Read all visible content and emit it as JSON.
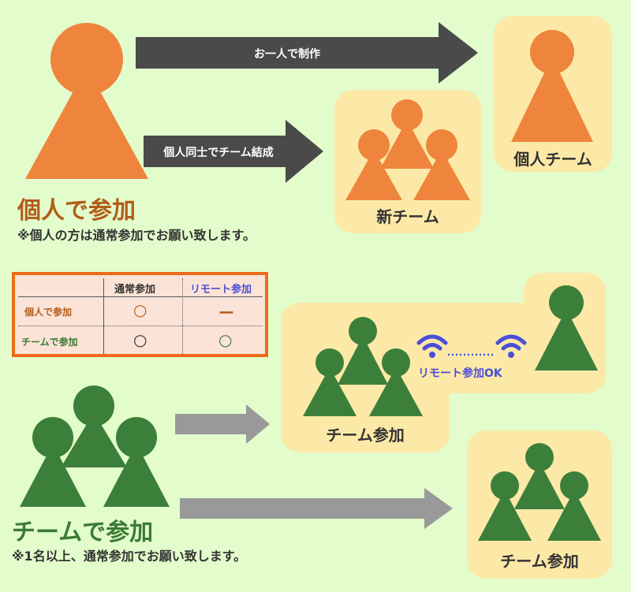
{
  "individual": {
    "title": "個人で参加",
    "note": "※個人の方は通常参加でお願い致します。",
    "arrow_solo": "お一人で制作",
    "arrow_form_team": "個人同士でチーム結成",
    "panel_new_team": "新チーム",
    "panel_solo_team": "個人チーム",
    "color": "#ef843c"
  },
  "team": {
    "title": "チームで参加",
    "note": "※1名以上、通常参加でお願い致します。",
    "panel_remote": "チーム参加",
    "panel_regular": "チーム参加",
    "remote_ok": "リモート参加OK",
    "color": "#3b7f3a"
  },
  "table": {
    "headers": [
      "",
      "通常参加",
      "リモート参加"
    ],
    "rows": [
      {
        "label": "個人で参加",
        "regular": "○",
        "remote": "ー"
      },
      {
        "label": "チームで参加",
        "regular": "○",
        "remote": "○"
      }
    ]
  },
  "colors": {
    "background": "#e2fccb",
    "panel": "#fce9a7",
    "arrow_dark": "#4a4a4a",
    "arrow_gray": "#999999",
    "remote_blue": "#4a4ed8",
    "table_border": "#ef6a1a"
  }
}
